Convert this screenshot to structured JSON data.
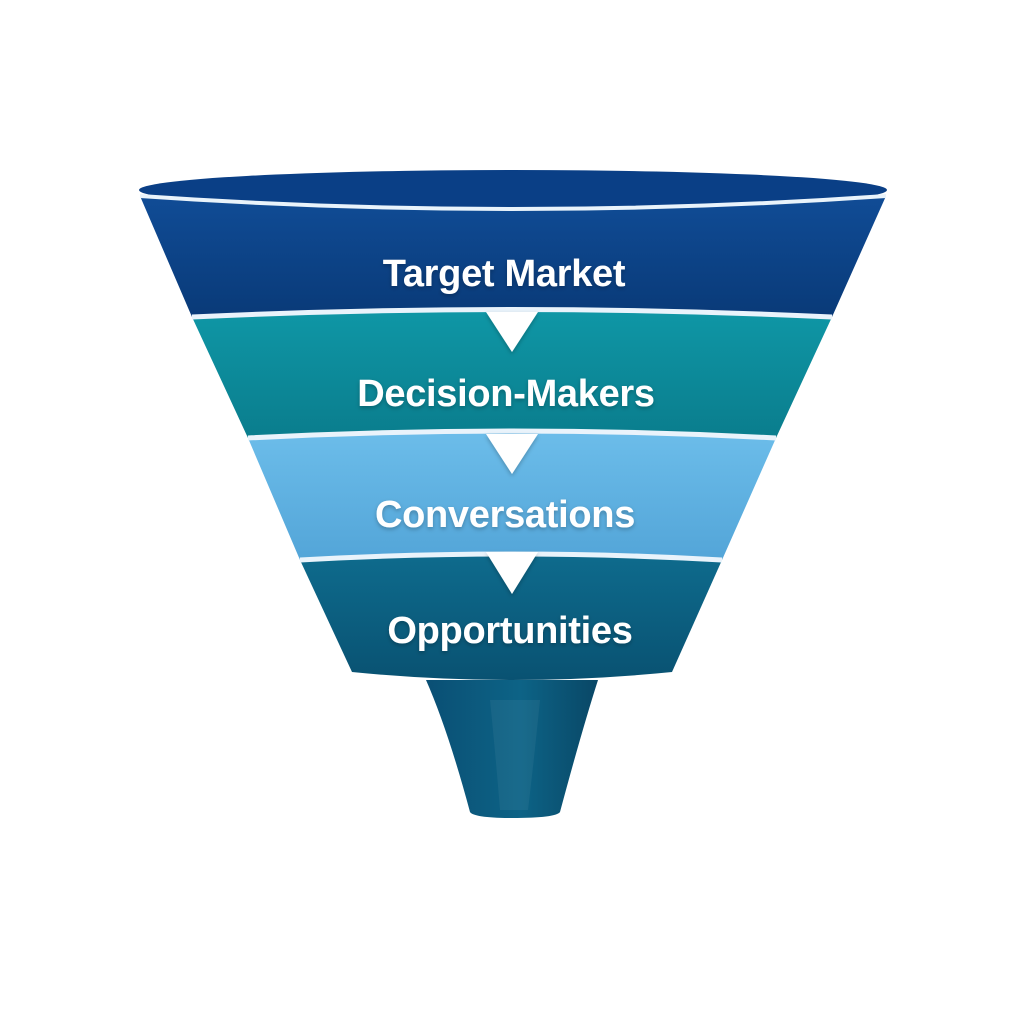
{
  "funnel": {
    "stages": [
      {
        "label": "Target Market",
        "color": "#0c4487"
      },
      {
        "label": "Decision-Makers",
        "color": "#0c8a9a"
      },
      {
        "label": "Conversations",
        "color": "#5fb0e0"
      },
      {
        "label": "Opportunities",
        "color": "#0b5f80"
      }
    ],
    "rim_color": "#0a3f86",
    "spout_color": "#0a5479",
    "separator_color": "#e9f3fb",
    "arrow_color": "#ffffff"
  }
}
